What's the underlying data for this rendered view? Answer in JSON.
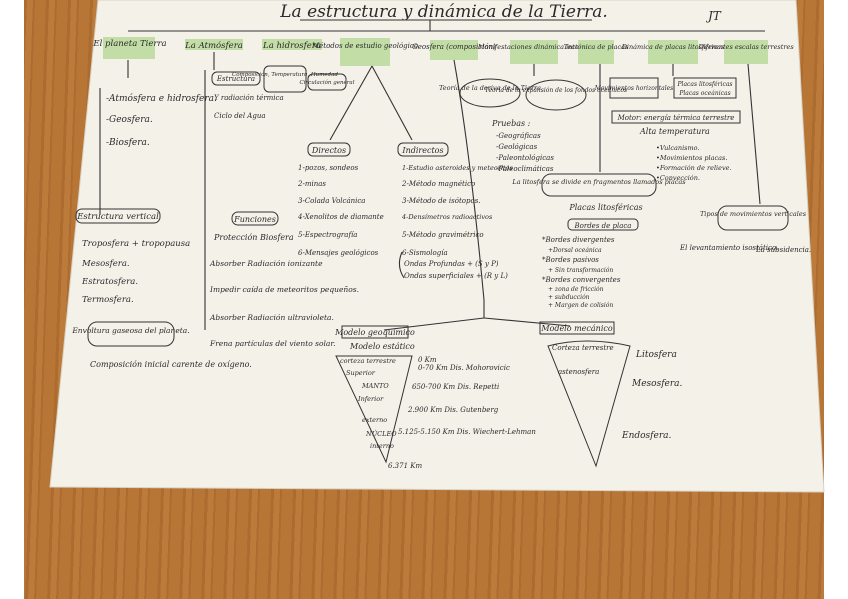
{
  "title": "La estructura y dinámica de la Tierra.",
  "author_initials": "JT",
  "top_nodes": [
    "El planeta Tierra",
    "La Atmósfera",
    "La hidrosfera",
    "Métodos de estudio geológico",
    "Geosfera (composición)",
    "Manifestaciones dinámica interna",
    "Tectónica de placas",
    "Dinámica de placas litosféricas",
    "Diferentes escalas terrestres"
  ],
  "planeta": {
    "items": [
      "-Atmósfera e hidrosfera.",
      "-Geosfera.",
      "-Biosfera."
    ],
    "vertical_box": "Estructura vertical",
    "layers": [
      "Troposfera + tropopausa",
      "Mesosfera.",
      "Estratosfera.",
      "Termosfera."
    ],
    "envoltura": "Envoltura gaseosa del planeta.",
    "composicion": "Composición inicial carente de oxígeno."
  },
  "atmosfera": {
    "boxes": [
      "Estructura",
      "Composición, Temperatura, Humedad",
      "Circulación general"
    ],
    "text1": "Y radiación térmica",
    "text2": "Ciclo del Agua",
    "funciones_box": "Funciones",
    "funciones_sub": "Protección Biosfera",
    "funciones": [
      "Absorber Radiación ionizante",
      "Impedir caída de meteoritos pequeños.",
      "Absorber Radiación ultravioleta.",
      "Frena partículas del viento solar."
    ]
  },
  "metodos": {
    "directos_box": "Directos",
    "indirectos_box": "Indirectos",
    "directos": [
      "1-pozos, sondeos",
      "2-minas",
      "3-Colada Volcánica",
      "4-Xenolitos de diamante",
      "5-Espectrografía",
      "6-Mensajes geológicos"
    ],
    "indirectos": [
      "1-Estudio asteroides y meteoritos",
      "2-Método magnético",
      "3-Método de isótopos.",
      "4-Densímetros radioactivos",
      "5-Método gravimétrico",
      "6-Sismología",
      "Ondas Profundas + (S y P)",
      "Ondas superficiales + (R y L)"
    ]
  },
  "geosfera": {
    "teoria": "Teoría de la deriva de la Tierra",
    "teoria2": "Teoría de la expansión de los fondos oceánicos",
    "pruebas_title": "Pruebas :",
    "pruebas": [
      "-Geográficas",
      "-Geológicas",
      "-Paleontológicas",
      "-Paleoclimáticas"
    ]
  },
  "tectonica": {
    "litosfera": "La litosfera se divide en fragmentos llamados placas",
    "placas": "Placas litosféricas",
    "bordes_box": "Bordes de placa",
    "bordes": [
      "*Bordes divergentes",
      "+Dorsal oceánica",
      "*Bordes pasivos",
      "+ Sin transformación",
      "*Bordes convergentes",
      "+ zona de fricción",
      "+ subducción",
      "+ Margen de colisión"
    ]
  },
  "dinamica": {
    "box1": "Movimientos horizontales",
    "box2": "Placas litosféricas",
    "box3": "Placas oceánicas",
    "motor": "Motor: energía térmica terrestre",
    "alta": "Alta temperatura",
    "items": [
      "•Vulcanismo.",
      "•Movimientos placas.",
      "•Formación de relieve.",
      "•Convección."
    ]
  },
  "escalas": {
    "tipos": "Tipos de movimientos verticales",
    "lev": "El levantamiento isostático.",
    "sub": "La subsidencia."
  },
  "modelo_geoquimico": {
    "label": "Modelo geoquímico",
    "sub": "Modelo estático",
    "layers": [
      "corteza terrestre",
      "Superior",
      "MANTO",
      "Inferior",
      "externo",
      "NÚCLEO",
      "interno"
    ],
    "depths": [
      "0 Km",
      "0-70 Km Dis. Mohorovicic",
      "650-700 Km Dis. Repetti",
      "2.900 Km Dis. Gutenberg",
      "5.125-5.150 Km Dis. Wiechert-Lehman",
      "6.371 Km"
    ]
  },
  "modelo_mecanico": {
    "label": "Modelo mecánico",
    "layers": [
      "Corteza terrestre",
      "astenosfera"
    ],
    "names": [
      "Litosfera",
      "Mesosfera.",
      "Endosfera."
    ]
  }
}
